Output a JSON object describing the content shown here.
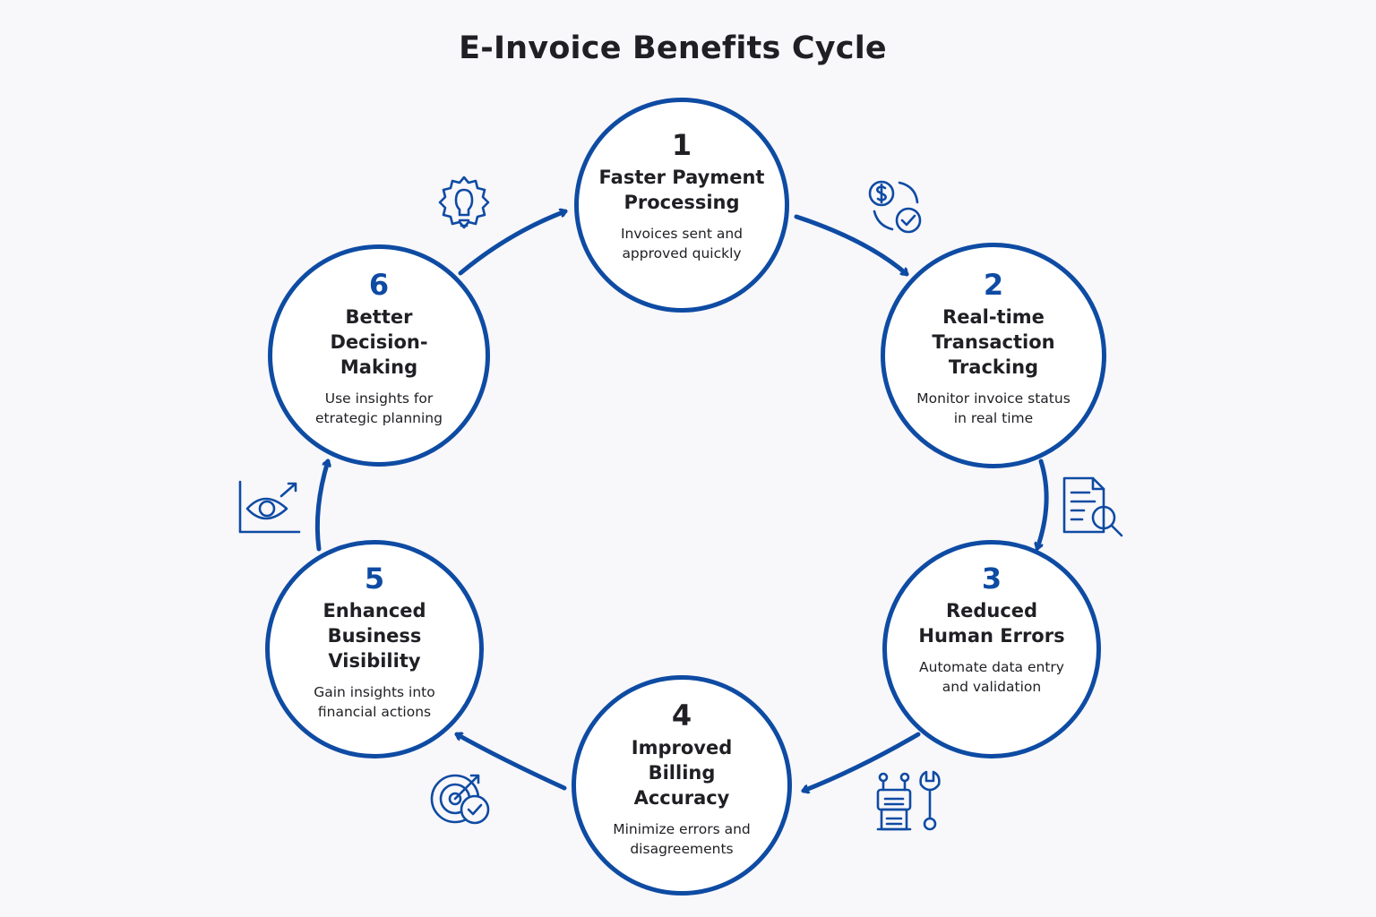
{
  "title": "E-Invoice Benefits Cycle",
  "colors": {
    "accent": "#0e4ba3",
    "text": "#1f1f24",
    "background": "#f8f7fa"
  },
  "steps": [
    {
      "number": "1",
      "heading": [
        "Faster Payment",
        "Processing"
      ],
      "description": [
        "Invoices sent and",
        "approved quickly"
      ],
      "icon": "dollar-cycle-check-icon"
    },
    {
      "number": "2",
      "heading": [
        "Real-time",
        "Transaction",
        "Tracking"
      ],
      "description": [
        "Monitor invoice status",
        "in real time"
      ],
      "icon": "document-search-icon"
    },
    {
      "number": "3",
      "heading": [
        "Reduced",
        "Human Errors"
      ],
      "description": [
        "Automate data entry",
        "and validation"
      ],
      "icon": "robot-wrench-icon"
    },
    {
      "number": "4",
      "heading": [
        "Improved",
        "Billing",
        "Accuracy"
      ],
      "description": [
        "Minimize errors and",
        "disagreements"
      ],
      "icon": "target-check-icon"
    },
    {
      "number": "5",
      "heading": [
        "Enhanced",
        "Business",
        "Visibility"
      ],
      "description": [
        "Gain insights into",
        "financial actions"
      ],
      "icon": "eye-chart-icon"
    },
    {
      "number": "6",
      "heading": [
        "Better",
        "Decision-",
        "Making"
      ],
      "description": [
        "Use insights for",
        "etrategic planning"
      ],
      "icon": "lightbulb-gear-icon"
    }
  ]
}
